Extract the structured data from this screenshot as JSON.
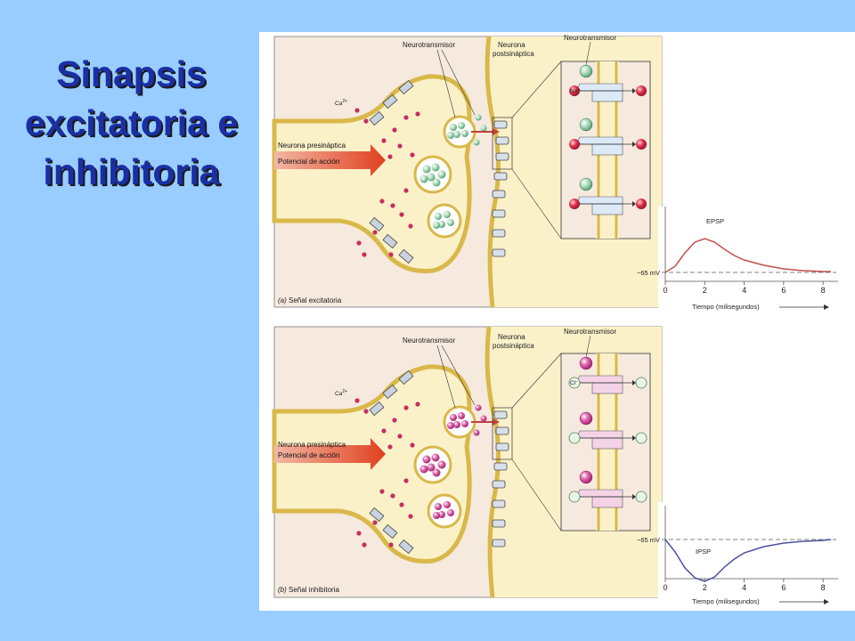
{
  "title": {
    "line1": "Sinapsis",
    "line2": "excitatoria e",
    "line3": "inhibitoria"
  },
  "excitatory": {
    "panel_label_letter": "(a)",
    "panel_label": "Señal excitatoria",
    "neurotransmitter": "Neurotransmisor",
    "postsynaptic_line1": "Neurona",
    "postsynaptic_line2": "postsináptica",
    "presynaptic": "Neurona presináptica",
    "action_potential": "Potencial de acción",
    "calcium": "Ca",
    "calcium_sup": "2+",
    "ion": "Na",
    "ion_sup": "+",
    "zoom_neurotransmitter": "Neurotransmisor",
    "vesicle_color": "#bfe3cc",
    "chart_annotation": "EPSP"
  },
  "inhibitory": {
    "panel_label_letter": "(b)",
    "panel_label": "Señal inhibitoria",
    "neurotransmitter": "Neurotransmisor",
    "postsynaptic_line1": "Neurona",
    "postsynaptic_line2": "postsináptica",
    "presynaptic": "Neurona presináptica",
    "action_potential": "Potencial de acción",
    "calcium": "Ca",
    "calcium_sup": "2+",
    "ion": "Cl",
    "ion_sup": "−",
    "zoom_neurotransmitter": "Neurotransmisor",
    "vesicle_color": "#e85aa0",
    "chart_annotation": "IPSP"
  },
  "chart_data": [
    {
      "type": "line",
      "annotation": "EPSP",
      "xlabel": "Tiempo (milisegundos)",
      "ylabel": "",
      "x_ticks": [
        0,
        2,
        4,
        6,
        8
      ],
      "xlim": [
        0,
        8.4
      ],
      "ylim": [
        -66,
        -58
      ],
      "reference_label": "−65 mV",
      "reference_value": -65,
      "series": [
        {
          "x": [
            0,
            0.5,
            1,
            1.5,
            2,
            2.5,
            3,
            3.5,
            4,
            5,
            6,
            7,
            8,
            8.4
          ],
          "y": [
            -65,
            -64.3,
            -62.8,
            -61.6,
            -61.2,
            -61.6,
            -62.4,
            -63.1,
            -63.6,
            -64.2,
            -64.6,
            -64.8,
            -64.9,
            -64.9
          ],
          "color": "#c0504d"
        }
      ]
    },
    {
      "type": "line",
      "annotation": "IPSP",
      "xlabel": "Tiempo (milisegundos)",
      "ylabel": "",
      "x_ticks": [
        0,
        2,
        4,
        6,
        8
      ],
      "xlim": [
        0,
        8.4
      ],
      "ylim": [
        -72,
        -64
      ],
      "reference_label": "−65 mV",
      "reference_value": -65,
      "series": [
        {
          "x": [
            0,
            0.5,
            1,
            1.5,
            2,
            2.5,
            3,
            3.5,
            4,
            5,
            6,
            7,
            8,
            8.4
          ],
          "y": [
            -65,
            -66.4,
            -68.2,
            -69.3,
            -69.7,
            -69.2,
            -68.1,
            -67.2,
            -66.5,
            -65.8,
            -65.4,
            -65.2,
            -65.1,
            -65.0
          ],
          "color": "#4b4fa0"
        }
      ]
    }
  ]
}
